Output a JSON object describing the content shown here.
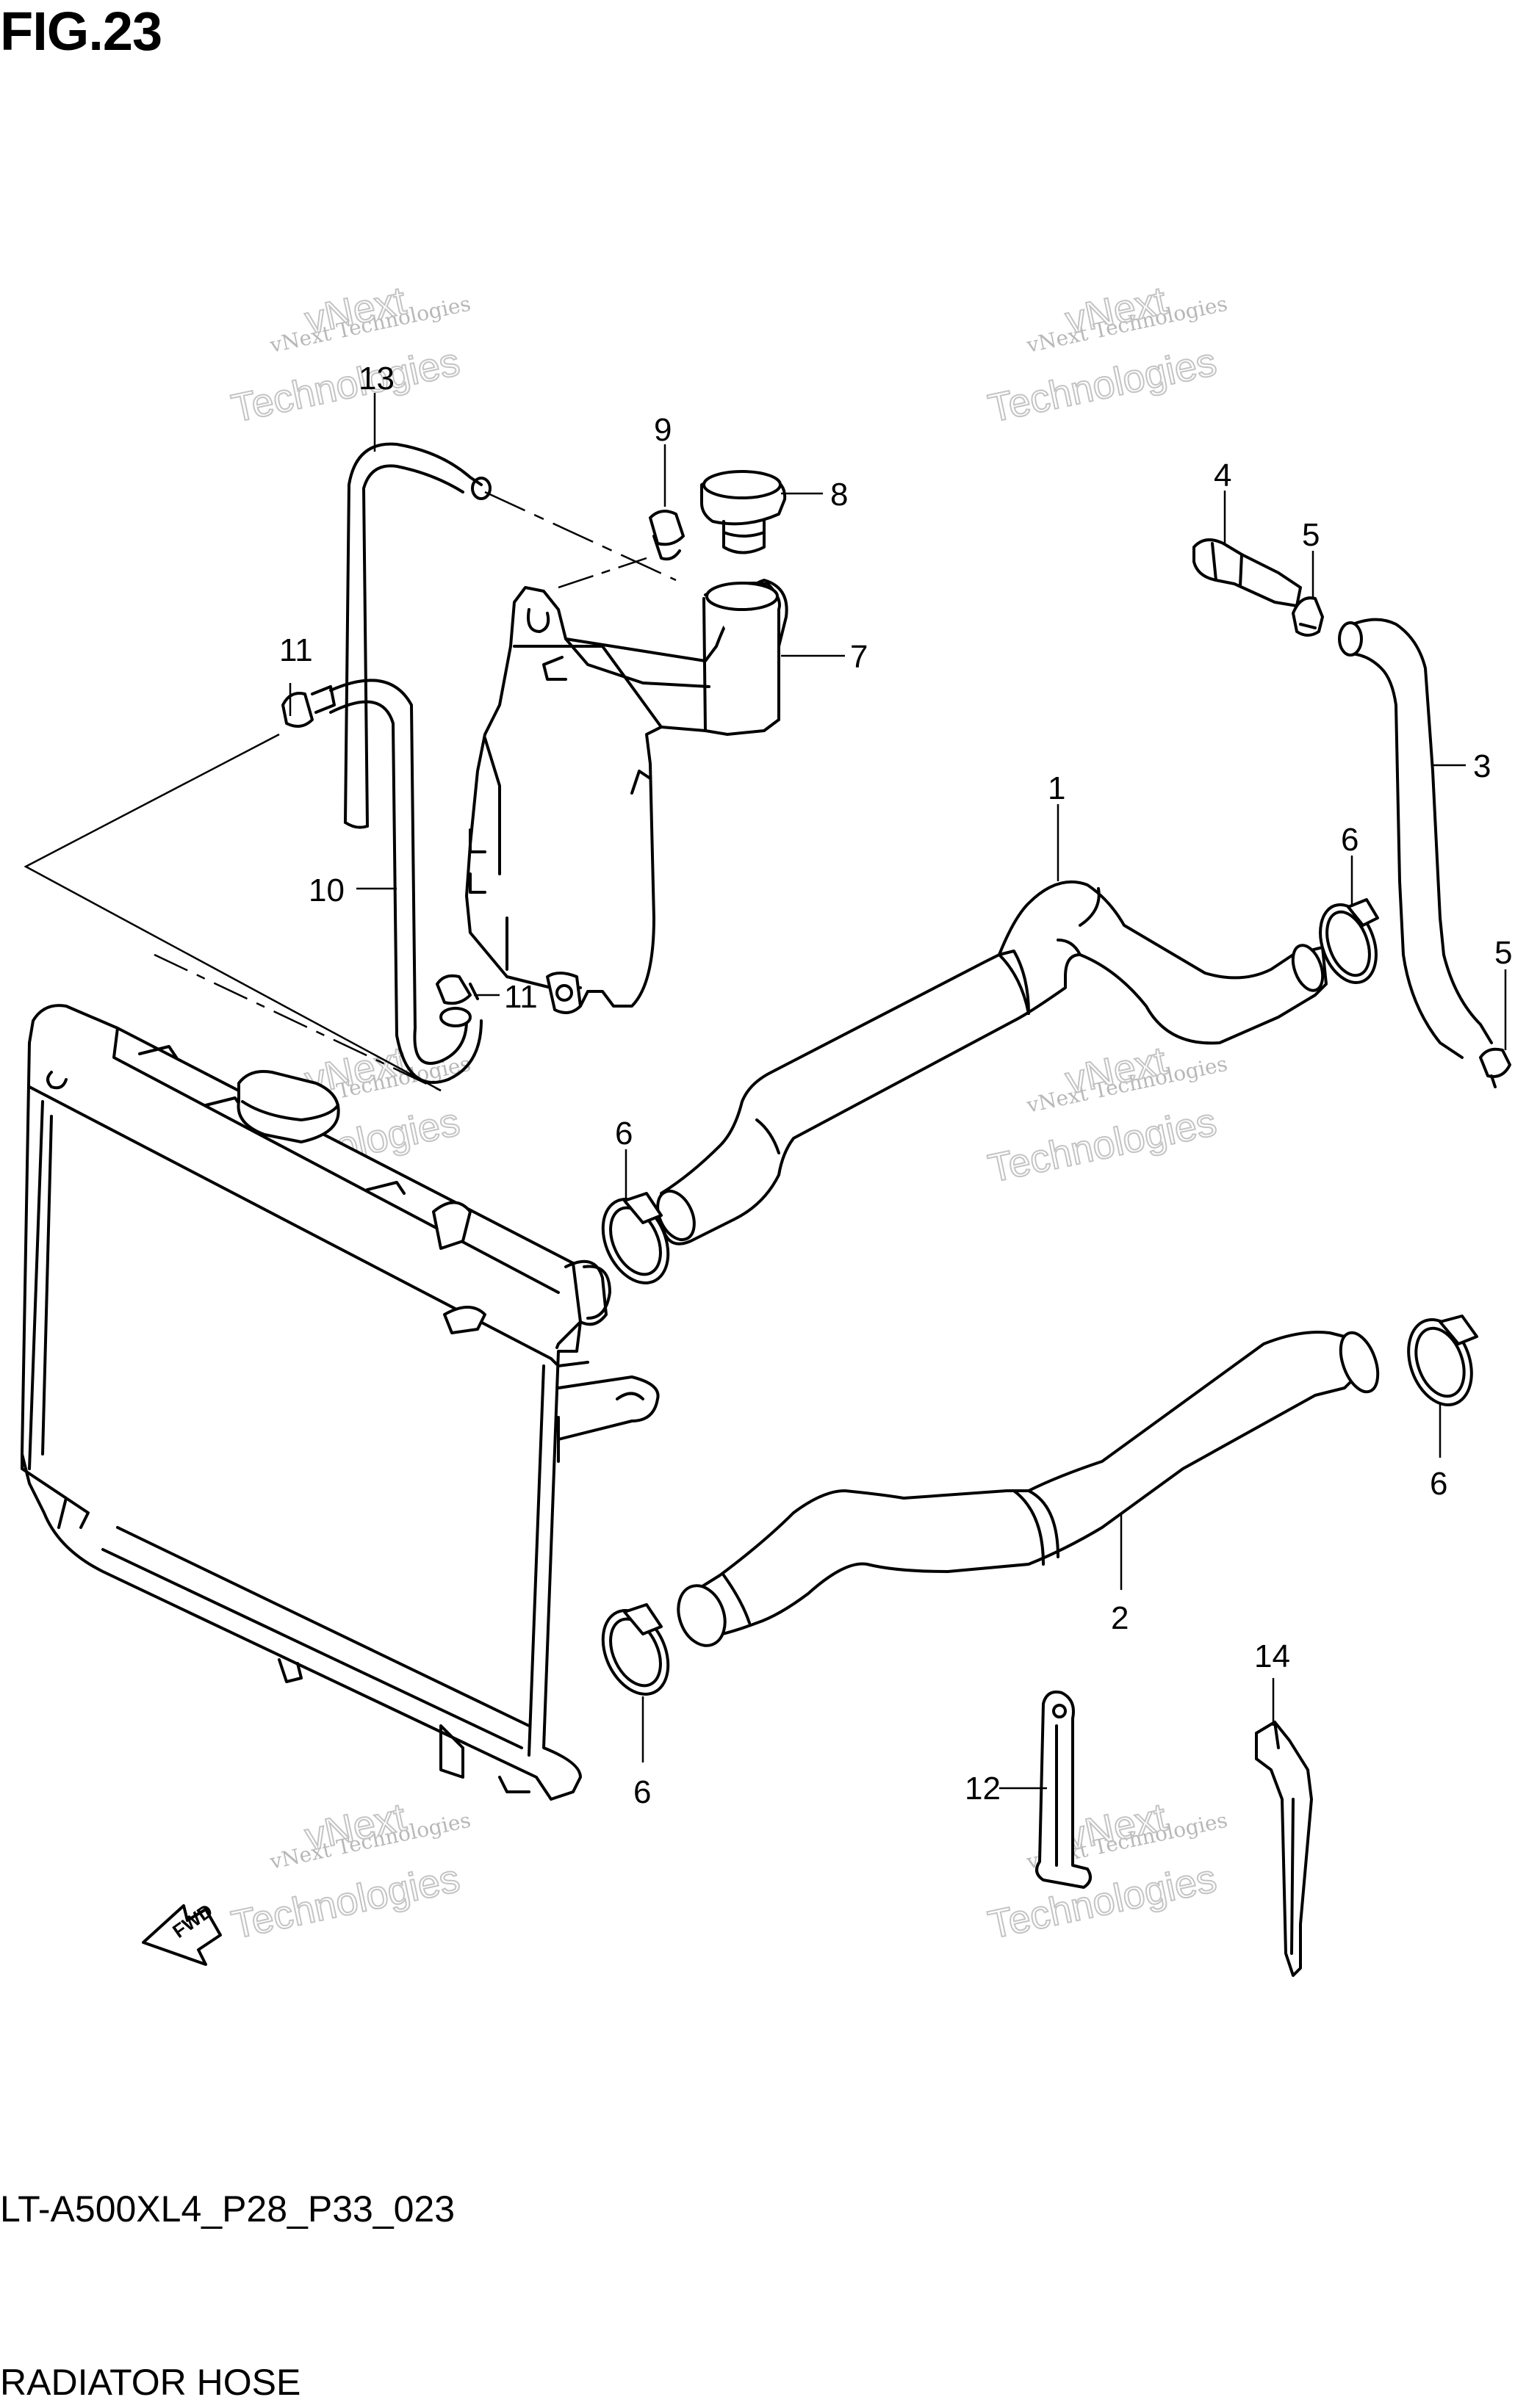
{
  "figure": {
    "title": "FIG.23",
    "model_code": "LT-A500XL4_P28_P33_023",
    "part_name": "RADIATOR HOSE"
  },
  "callouts": [
    "1",
    "2",
    "3",
    "4",
    "5",
    "5",
    "6",
    "6",
    "6",
    "6",
    "7",
    "8",
    "9",
    "10",
    "11",
    "11",
    "12",
    "13",
    "14"
  ],
  "fwd_marker": "FWD",
  "watermark": {
    "line1": "vNext Technologies",
    "line2": "vNext",
    "line3": "Technologies"
  }
}
